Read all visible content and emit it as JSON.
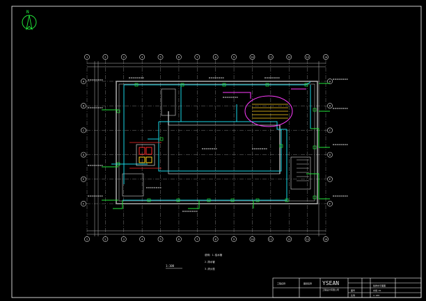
{
  "colors": {
    "background": "#000000",
    "frame": "#ffffff",
    "grid": "#c8c8c8",
    "pipe_cyan": "#18d8e8",
    "pipe_green": "#22e83a",
    "pipe_magenta": "#ff3cff",
    "equipment_red": "#ff2a2a",
    "equipment_yellow": "#ffd21e",
    "walls": "#d8d8d8"
  },
  "north_arrow": {
    "label": "N"
  },
  "grid": {
    "columns": [
      "1",
      "2",
      "3",
      "4",
      "5",
      "6",
      "7",
      "8",
      "9",
      "10",
      "11",
      "12",
      "13",
      "14"
    ],
    "rows": [
      "A",
      "B",
      "C",
      "D",
      "E",
      "F"
    ]
  },
  "plan": {
    "scale_note": "1:100"
  },
  "notes": [
    "说明：1.给水管",
    "2.排水管",
    "3.消火栓"
  ],
  "title_block": {
    "logo_text": "YSEAN",
    "logo_subtext": "工程设计有限公司",
    "project_label": "工程名称",
    "drawing_label": "图纸名称",
    "drawing_name": "给排水平面图",
    "drawing_no_label": "图号",
    "drawing_no": "水施-01",
    "scale_label": "比例",
    "scale": "1:100"
  }
}
